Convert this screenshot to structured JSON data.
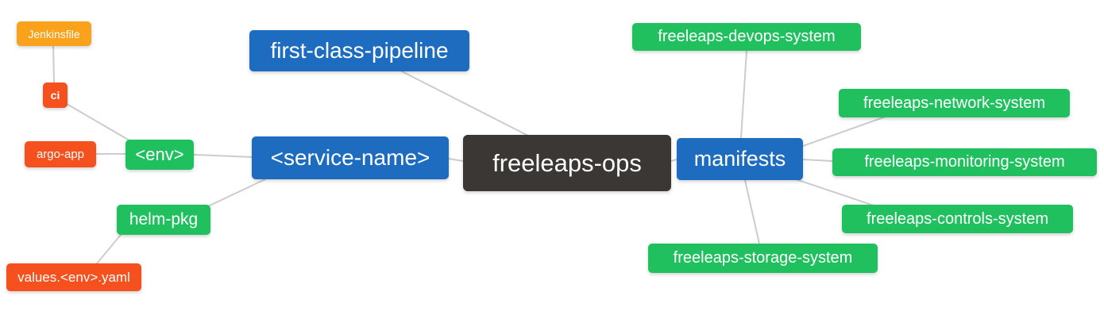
{
  "diagram": {
    "type": "mind-map",
    "root": "freeleaps-ops"
  },
  "colors": {
    "orange": "#FAA21B",
    "red_orange": "#F4511E",
    "green": "#21C05F",
    "blue": "#1E6CC0",
    "dark": "#3A3735",
    "edge": "#CCCCCC",
    "text": "#FFFFFF",
    "background": "#FFFFFF"
  },
  "nodes": [
    {
      "id": "jenkinsfile",
      "label": "Jenkinsfile",
      "color": "orange"
    },
    {
      "id": "ci",
      "label": "ci",
      "color": "red_orange"
    },
    {
      "id": "argo-app",
      "label": "argo-app",
      "color": "red_orange"
    },
    {
      "id": "env",
      "label": "<env>",
      "color": "green"
    },
    {
      "id": "first-class-pipeline",
      "label": "first-class-pipeline",
      "color": "blue"
    },
    {
      "id": "service-name",
      "label": "<service-name>",
      "color": "blue"
    },
    {
      "id": "freeleaps-ops",
      "label": "freeleaps-ops",
      "color": "dark"
    },
    {
      "id": "manifests",
      "label": "manifests",
      "color": "blue"
    },
    {
      "id": "freeleaps-devops-system",
      "label": "freeleaps-devops-system",
      "color": "green"
    },
    {
      "id": "freeleaps-network-system",
      "label": "freeleaps-network-system",
      "color": "green"
    },
    {
      "id": "freeleaps-monitoring-system",
      "label": "freeleaps-monitoring-system",
      "color": "green"
    },
    {
      "id": "freeleaps-controls-system",
      "label": "freeleaps-controls-system",
      "color": "green"
    },
    {
      "id": "freeleaps-storage-system",
      "label": "freeleaps-storage-system",
      "color": "green"
    },
    {
      "id": "helm-pkg",
      "label": "helm-pkg",
      "color": "green"
    },
    {
      "id": "values-env-yaml",
      "label": "values.<env>.yaml",
      "color": "red_orange"
    }
  ],
  "edges": [
    {
      "from": "jenkinsfile",
      "to": "ci"
    },
    {
      "from": "ci",
      "to": "env"
    },
    {
      "from": "argo-app",
      "to": "env"
    },
    {
      "from": "env",
      "to": "service-name"
    },
    {
      "from": "helm-pkg",
      "to": "service-name"
    },
    {
      "from": "values-env-yaml",
      "to": "helm-pkg"
    },
    {
      "from": "first-class-pipeline",
      "to": "freeleaps-ops"
    },
    {
      "from": "service-name",
      "to": "freeleaps-ops"
    },
    {
      "from": "freeleaps-ops",
      "to": "manifests"
    },
    {
      "from": "manifests",
      "to": "freeleaps-devops-system"
    },
    {
      "from": "manifests",
      "to": "freeleaps-network-system"
    },
    {
      "from": "manifests",
      "to": "freeleaps-monitoring-system"
    },
    {
      "from": "manifests",
      "to": "freeleaps-controls-system"
    },
    {
      "from": "manifests",
      "to": "freeleaps-storage-system"
    }
  ]
}
